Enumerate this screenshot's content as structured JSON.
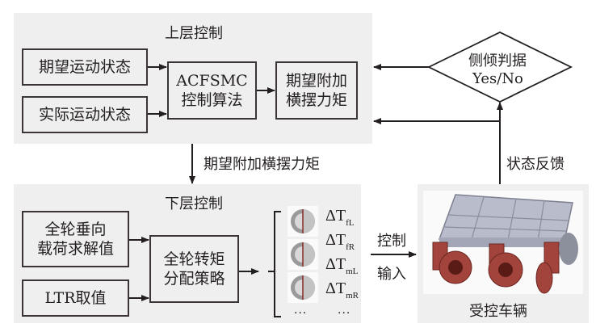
{
  "upper": {
    "title": "上层控制",
    "desired_state": "期望运动状态",
    "actual_state": "实际运动状态",
    "controller_line1": "ACFSMC",
    "controller_line2": "控制算法",
    "moment_line1": "期望附加",
    "moment_line2": "横摆力矩"
  },
  "decision": {
    "line1": "侧倾判据",
    "line2": "Yes/No"
  },
  "between": {
    "moment_label": "期望附加横摆力矩",
    "feedback_label": "状态反馈"
  },
  "lower": {
    "title": "下层控制",
    "load_line1": "全轮垂向",
    "load_line2": "载荷求解值",
    "ltr": "LTR取值",
    "alloc_line1": "全轮转矩",
    "alloc_line2": "分配策略",
    "torques": [
      {
        "symbol": "ΔT",
        "sub": "fL"
      },
      {
        "symbol": "ΔT",
        "sub": "fR"
      },
      {
        "symbol": "ΔT",
        "sub": "mL"
      },
      {
        "symbol": "ΔT",
        "sub": "mR"
      }
    ],
    "ellipsis": "···"
  },
  "control_input": {
    "line1": "控制",
    "line2": "输入"
  },
  "vehicle": {
    "label": "受控车辆",
    "image": "vehicle-model-render"
  },
  "colors": {
    "panel": "#efefef",
    "line": "#3a3435",
    "wheel_red": "#a3443c",
    "frame_gray": "#a9acbd"
  }
}
